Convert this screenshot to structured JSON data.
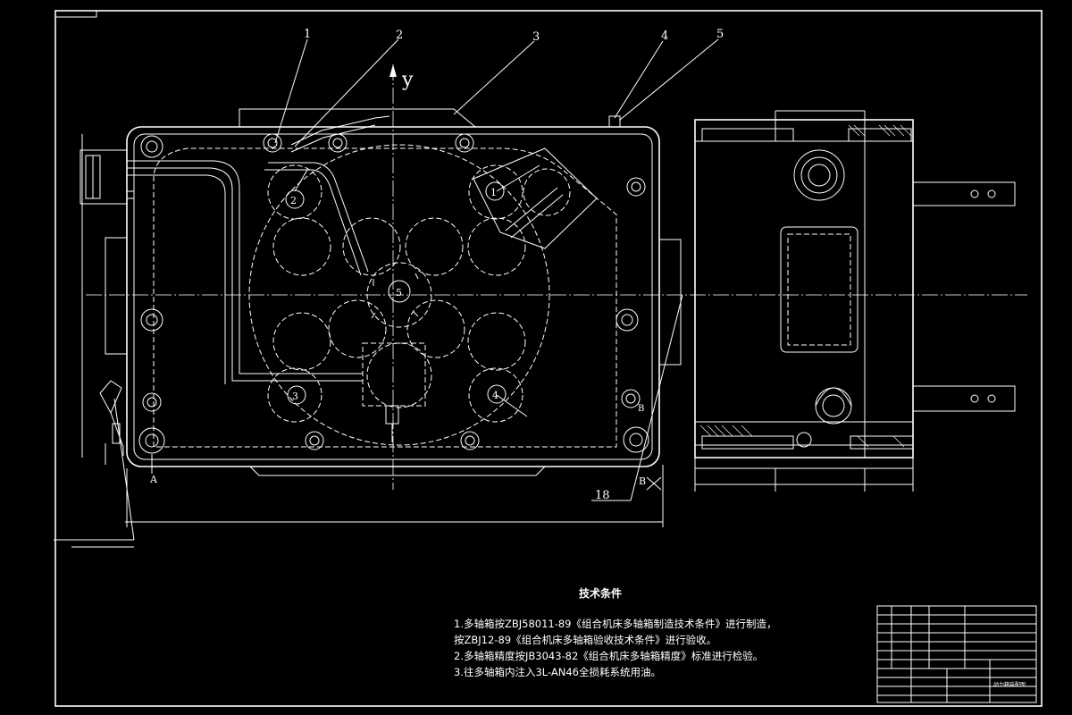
{
  "callouts": [
    {
      "id": "callout-1",
      "text": "1"
    },
    {
      "id": "callout-2",
      "text": "2"
    },
    {
      "id": "callout-3",
      "text": "3"
    },
    {
      "id": "callout-4",
      "text": "4"
    },
    {
      "id": "callout-5",
      "text": "5"
    },
    {
      "id": "callout-18",
      "text": "18"
    }
  ],
  "axis_label_y": "y",
  "section_labels": {
    "a": "A",
    "b_top": "B",
    "b_bottom": "B"
  },
  "spindle_numbers": [
    "1",
    "2",
    "3",
    "4",
    "5"
  ],
  "technical_requirements": {
    "title": "技术条件",
    "items": [
      "1.多轴箱按ZBJ58011-89《组合机床多轴箱制造技术条件》进行制造，",
      "  按ZBJ12-89《组合机床多轴箱验收技术条件》进行验收。",
      "2.多轴箱精度按JB3043-82《组合机床多轴箱精度》标准进行检验。",
      "3.往多轴箱内注入3L-AN46全损耗系统用油。"
    ]
  },
  "title_block": {
    "drawing_name": "动力箱装配图"
  },
  "colors": {
    "background": "#000000",
    "line": "#ffffff"
  }
}
